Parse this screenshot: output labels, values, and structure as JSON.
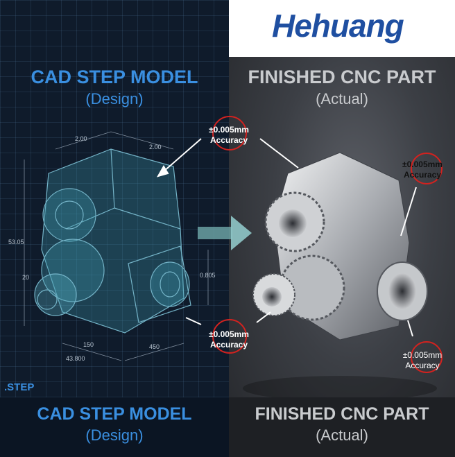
{
  "brand": {
    "logo_text": "Hehuang",
    "color": "#1f4fa1"
  },
  "left_panel": {
    "top_title": "CAD STEP MODEL",
    "top_subtitle": "(Design)",
    "bottom_title": "CAD STEP MODEL",
    "bottom_subtitle": "(Design)",
    "file_tag": ".STEP",
    "dimensions": [
      "2.00",
      "2.00",
      "53.05",
      "20",
      "0.805",
      "150",
      "43.800",
      "450"
    ],
    "callouts": [
      {
        "line1": "±0.005mm",
        "line2": "Accuracy"
      },
      {
        "line1": "±0.005mm",
        "line2": "Accuracy"
      }
    ]
  },
  "right_panel": {
    "top_title": "FINISHED CNC PART",
    "top_subtitle": "(Actual)",
    "bottom_title": "FINISHED CNC PART",
    "bottom_subtitle": "(Actual)",
    "callouts": [
      {
        "line1": "±0.005mm",
        "line2": "Accuracy"
      },
      {
        "line1": "±0.005mm",
        "line2": "Accuracy"
      }
    ]
  },
  "colors": {
    "accent_blue": "#3a8fe0",
    "highlight_red": "#d3221f"
  }
}
